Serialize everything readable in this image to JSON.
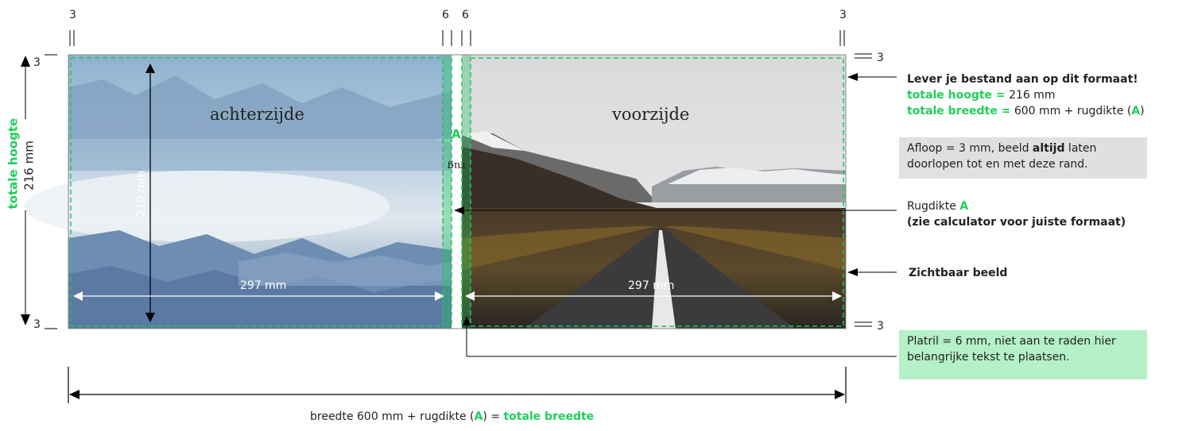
{
  "panels": {
    "back_label": "achterzijde",
    "front_label": "voorzijde",
    "spine_letter": "A",
    "spine_word": "rug"
  },
  "dimensions": {
    "bleed_top_left": "3",
    "hinge_left": "6",
    "hinge_right": "6",
    "bleed_top_right": "3",
    "bleed_left_top": "3",
    "bleed_left_bottom": "3",
    "bleed_right_top": "3",
    "bleed_right_bottom": "3",
    "inner_height": "210 mm",
    "back_width": "297 mm",
    "front_width": "297 mm",
    "total_height_title": "totale hoogte",
    "total_height_value": "216 mm"
  },
  "bottom": {
    "prefix": "breedte 600 mm + rugdikte (",
    "letter": "A",
    "middle": ") = ",
    "highlight": "totale breedte"
  },
  "notes": {
    "deliver_title": "Lever je bestand aan op dit formaat!",
    "height_label": "totale hoogte =",
    "height_value": "216 mm",
    "width_label": "totale breedte =",
    "width_value_prefix": "600 mm + rugdikte (",
    "width_letter": "A",
    "width_suffix": ")",
    "bleed_text_1": "Afloop = 3 mm, beeld ",
    "bleed_bold": "altijd",
    "bleed_text_2": " laten doorlopen tot en met deze rand.",
    "spine_label": "Rugdikte ",
    "spine_letter": "A",
    "spine_sub": "(zie calculator voor juiste formaat)",
    "visible_label": "Zichtbaar beeld",
    "hinge_text": "Platril = 6 mm, niet aan te raden hier belangrijke tekst te plaatsen."
  },
  "colors": {
    "accent_green": "#1fcf5a",
    "bleed_note_bg": "#e0e0e0",
    "hinge_note_bg": "#b4f0c8"
  }
}
